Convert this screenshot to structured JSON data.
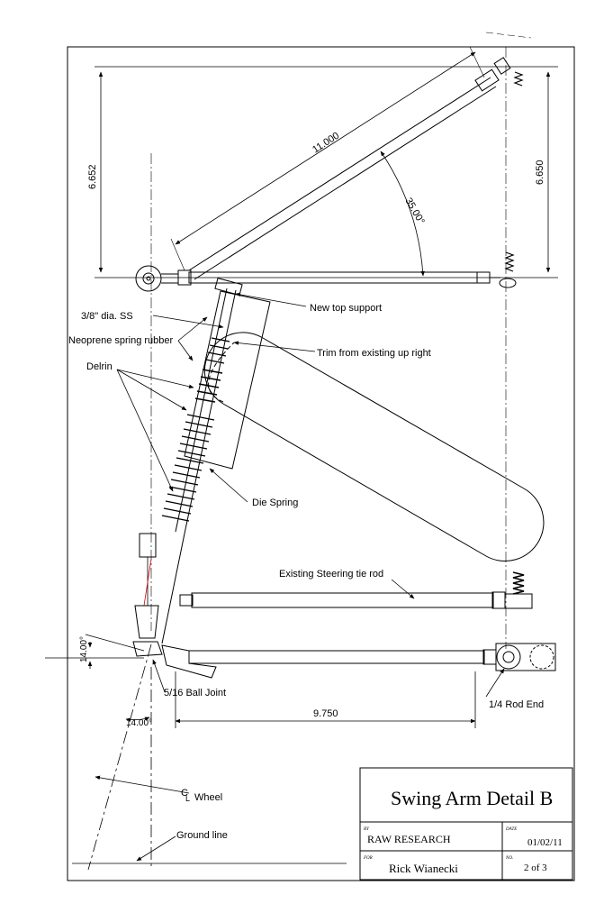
{
  "title_block": {
    "title": "Swing Arm Detail B",
    "by_caption": "BY",
    "by": "RAW  RESEARCH",
    "date_caption": "DATE",
    "date": "01/02/11",
    "for_caption": "FOR",
    "for": "Rick Wianecki",
    "no_caption": "NO.",
    "sheet_no": "2 of 3"
  },
  "dimensions": {
    "arm_length": "11.000",
    "angle": "35.00°",
    "left_height": "6.652",
    "right_height": "6.650",
    "lower_offset": "9.750",
    "ball_angle_a": "14.00°",
    "ball_angle_b": "14.00°"
  },
  "callouts": {
    "new_top_support": "New top support",
    "ss_rod": "3/8\" dia. SS",
    "neoprene": "Neoprene spring rubber",
    "trim": "Trim from existing up right",
    "delrin": "Delrin",
    "die_spring": "Die Spring",
    "steering_tie_rod": "Existing Steering tie rod",
    "ball_joint": "5/16 Ball Joint",
    "rod_end": "1/4 Rod End",
    "cl_mark": "C",
    "cl_sub": "L",
    "wheel": "Wheel",
    "ground_line": "Ground line"
  }
}
